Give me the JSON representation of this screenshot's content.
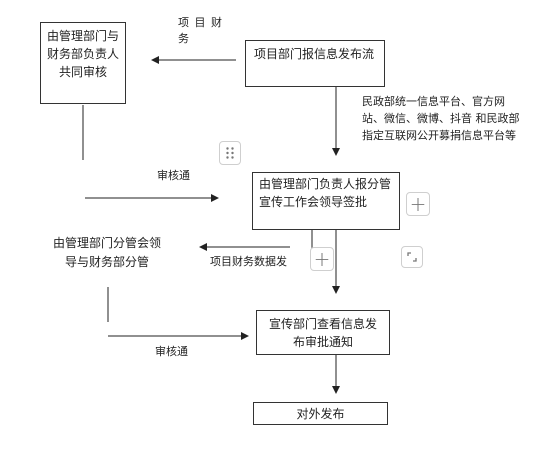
{
  "nodes": {
    "management_finance": "由管理部门与财务部负责人共同审核",
    "project_dept": "项目部门报信息发布流",
    "leaders_approval": "由管理部门负责人报分管宣传工作会领导签批",
    "division_leaders": "由管理部门分管会领导与财务部分管",
    "publicity_review": "宣传部门查看信息发布审批通知",
    "external_publish": "对外发布"
  },
  "labels": {
    "project_finance": "项 目 财 务",
    "channels": "民政部统一信息平台、官方网站、微信、微博、抖音 和民政部指定互联网公开募捐信息平台等",
    "approved_1": "审核通",
    "finance_data": "项目财务数据发",
    "approved_2": "审核通"
  },
  "controls": {
    "drag_handle_icon": "grip-dots-icon",
    "add_icon": "plus-icon",
    "resize_icon": "resize-corner-icon"
  },
  "colors": {
    "line": "#222222",
    "box_border": "#333333",
    "control_border": "#cfcfcf",
    "control_icon": "#777777"
  }
}
